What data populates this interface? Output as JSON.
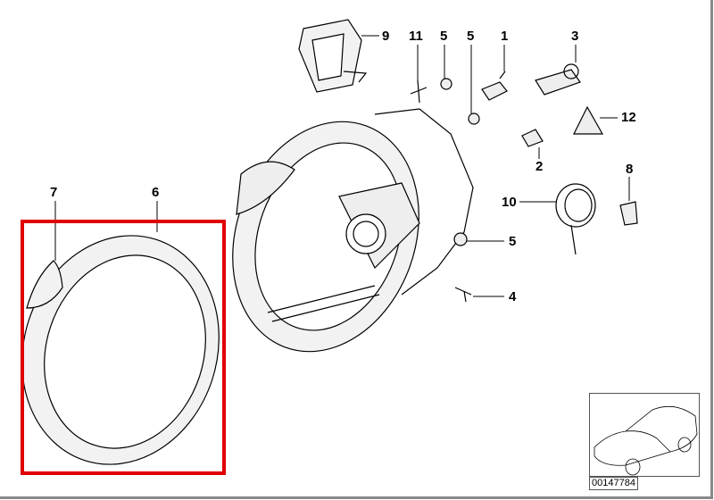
{
  "diagram": {
    "reference_number": "00147784",
    "highlight_color": "#e00000",
    "part_labels": {
      "p1": "1",
      "p2": "2",
      "p3": "3",
      "p4": "4",
      "p5a": "5",
      "p5b": "5",
      "p5c": "5",
      "p6": "6",
      "p7": "7",
      "p8": "8",
      "p9": "9",
      "p10": "10",
      "p11": "11",
      "p12": "12"
    }
  }
}
